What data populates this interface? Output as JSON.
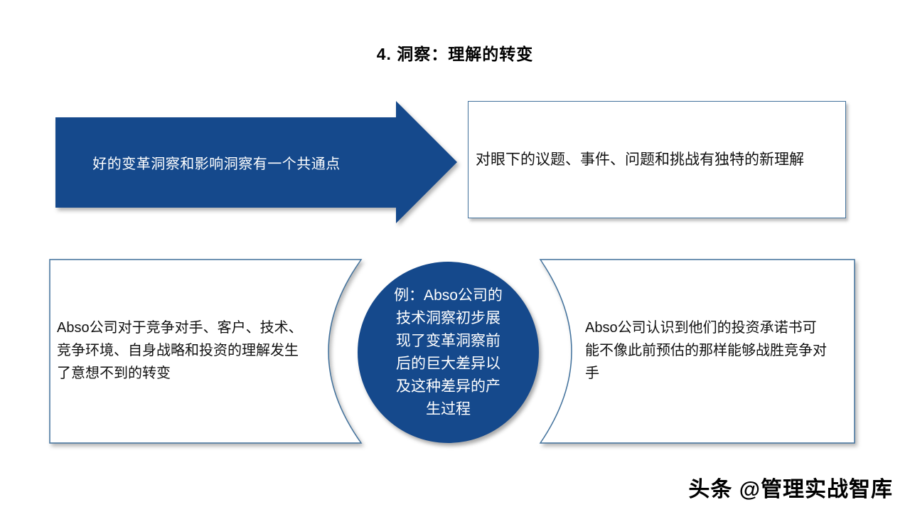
{
  "slide": {
    "title": "4. 洞察：理解的转变",
    "watermark": "头条 @管理实战智库"
  },
  "top_flow": {
    "arrow_label": "好的变革洞察和影响洞察有一个共通点",
    "result_text": "对眼下的议题、事件、问题和挑战有独特的新理解"
  },
  "bottom_diagram": {
    "left_box_text": "Abso公司对于竞争对手、客户、技术、竞争环境、自身战略和投资的理解发生了意想不到的转变",
    "circle_text": "例：Abso公司的技术洞察初步展现了变革洞察前后的巨大差异以及这种差异的产生过程",
    "right_box_text": "Abso公司认识到他们的投资承诺书可能不像此前预估的那样能够战胜竞争对手"
  },
  "colors": {
    "shape_fill": "#15498C",
    "box_border": "#41719C",
    "text_on_shape": "#FFFFFF",
    "text_dark": "#111111"
  }
}
